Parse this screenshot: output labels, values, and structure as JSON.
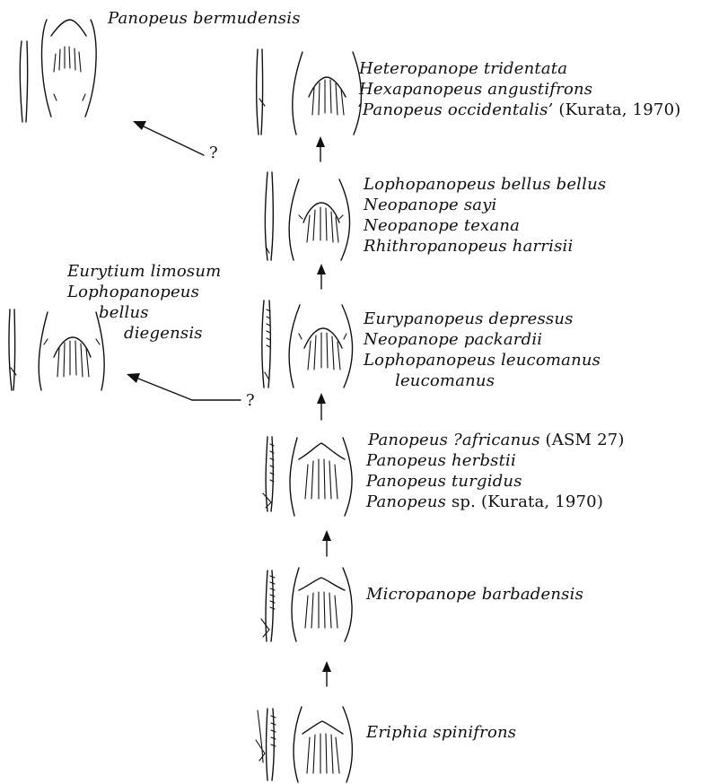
{
  "figure": {
    "top_left": {
      "name": "Panopeus bermudensis"
    },
    "stage6": {
      "lines": [
        "Heteropanope tridentata",
        "Hexapanopeus angustifrons"
      ],
      "last_italic": "‘Panopeus occidentalis’",
      "last_roman": " (Kurata, 1970)"
    },
    "stage5": {
      "lines": [
        "Lophopanopeus bellus bellus",
        "Neopanope sayi",
        "Neopanope texana",
        "Rhithropanopeus harrisii"
      ]
    },
    "mid_left": {
      "lines": [
        "Eurytium limosum",
        "Lophopanopeus",
        "bellus",
        "diegensis"
      ]
    },
    "stage4": {
      "lines": [
        "Eurypanopeus depressus",
        "Neopanope packardii",
        "Lophopanopeus leucomanus",
        "leucomanus"
      ]
    },
    "stage3": {
      "line1_italic": "Panopeus ?africanus",
      "line1_roman": " (ASM 27)",
      "lines": [
        "Panopeus herbstii",
        "Panopeus turgidus"
      ],
      "line4_italic": "Panopeus",
      "line4_roman": " sp. (Kurata, 1970)"
    },
    "stage2": {
      "name": "Micropanope barbadensis"
    },
    "stage1": {
      "name": "Eriphia spinifrons"
    },
    "question_marks": [
      "?",
      "?"
    ]
  }
}
